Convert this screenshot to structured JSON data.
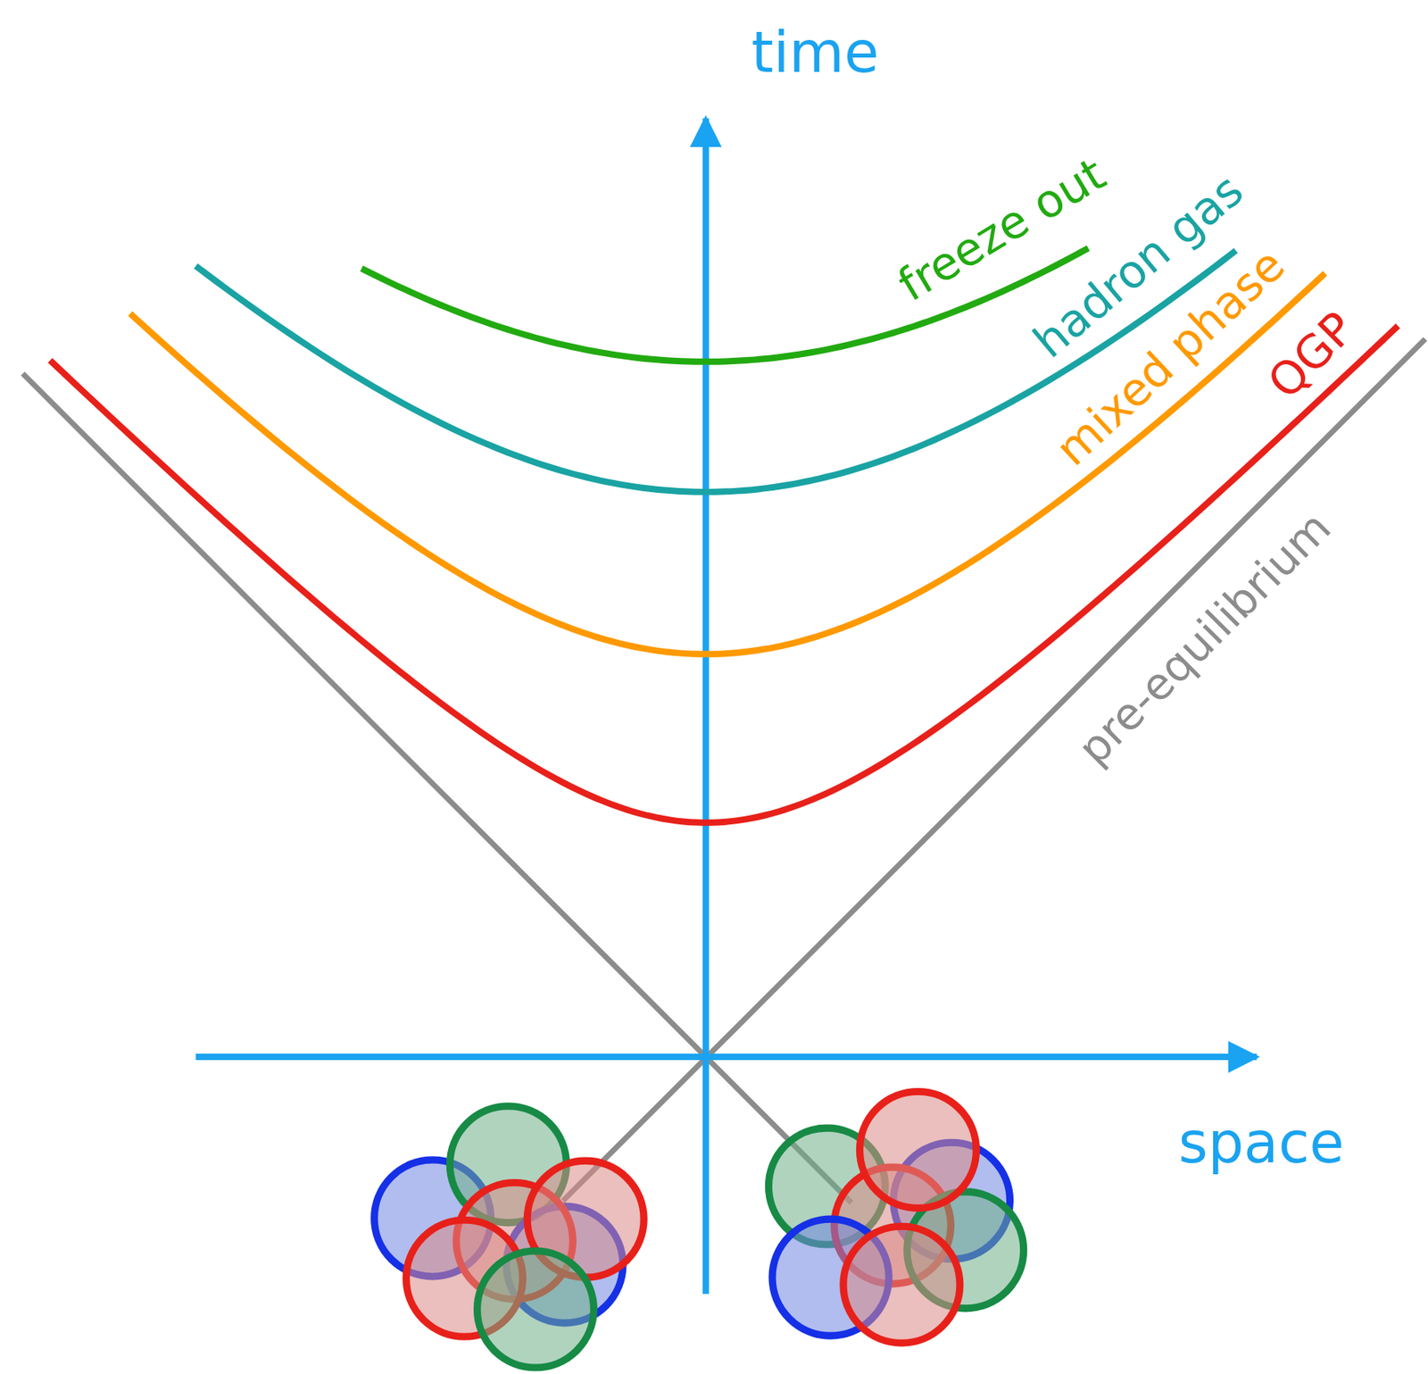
{
  "diagram": {
    "labels": [
      "time",
      "space",
      "freeze out",
      "hadron gas",
      "mixed phase",
      "QGP",
      "pre-equilibrium"
    ]
  }
}
